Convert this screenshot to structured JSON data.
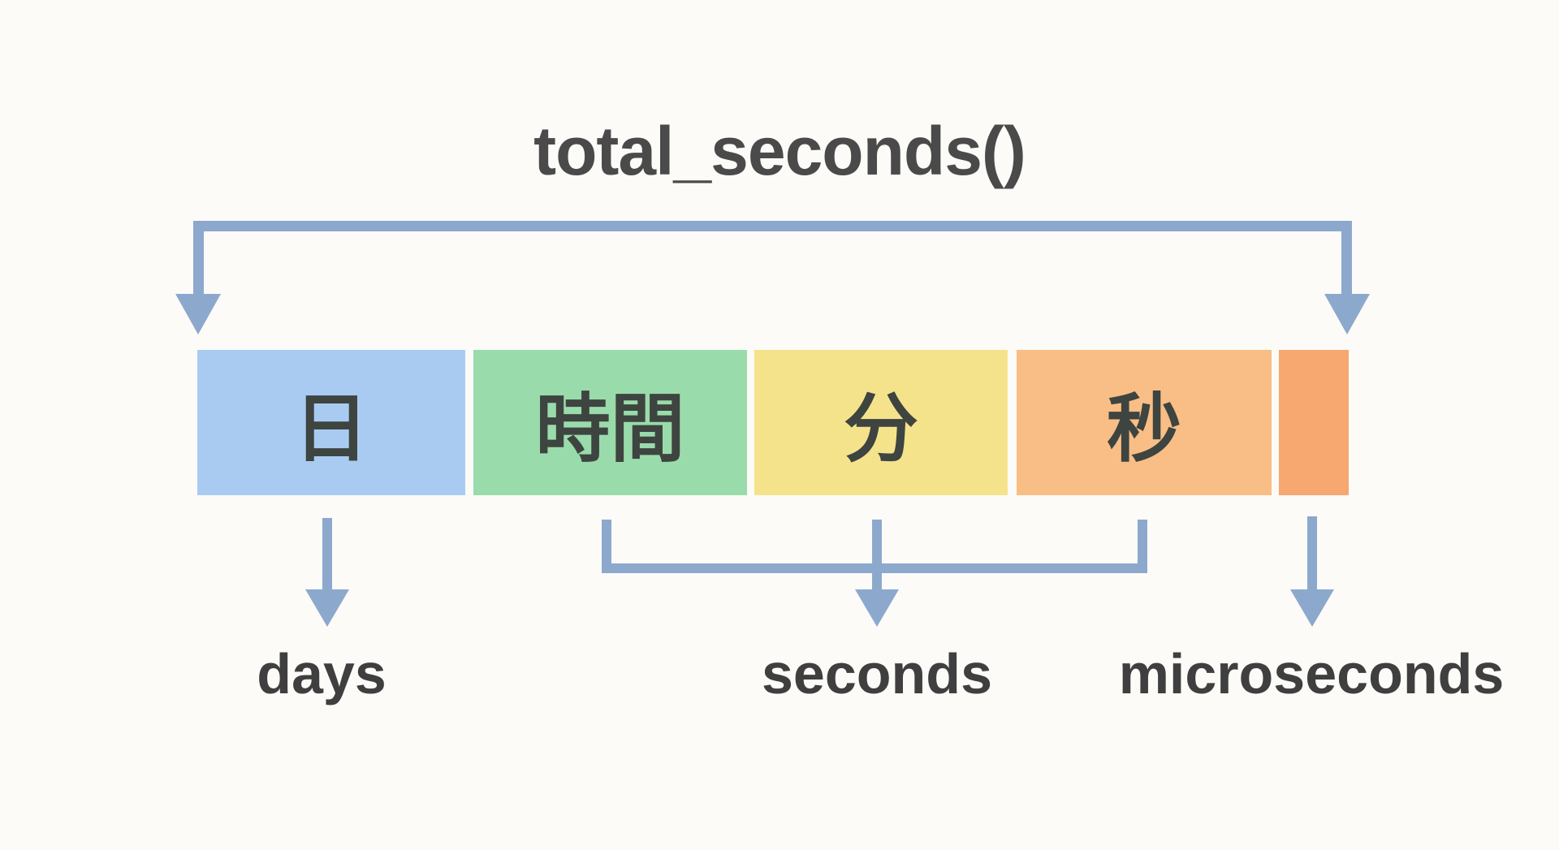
{
  "title": "total_seconds()",
  "blocks": [
    {
      "id": "day",
      "label": "日",
      "color": "#a9cbf1"
    },
    {
      "id": "hours",
      "label": "時間",
      "color": "#9adbab"
    },
    {
      "id": "minutes",
      "label": "分",
      "color": "#f5e38c"
    },
    {
      "id": "seconds",
      "label": "秒",
      "color": "#f9be85"
    },
    {
      "id": "microseconds",
      "label": "",
      "color": "#f7a770"
    }
  ],
  "attribute_labels": {
    "days": "days",
    "seconds": "seconds",
    "microseconds": "microseconds"
  },
  "colors": {
    "arrow": "#8ca9cd",
    "title-text": "#4a4a4a",
    "label-text": "#3f3f3f",
    "block-text": "#3e4440",
    "background": "#fcfbf8"
  }
}
